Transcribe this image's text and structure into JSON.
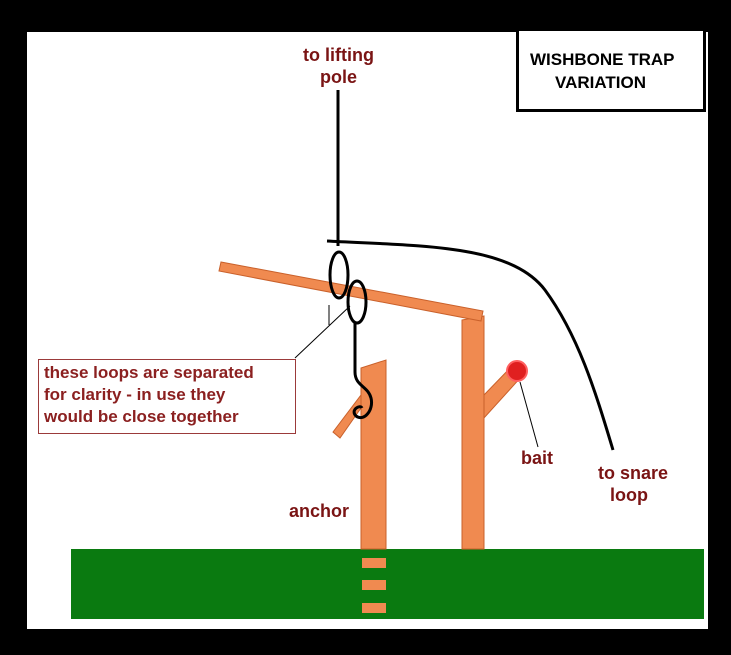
{
  "title": {
    "line1": "WISHBONE TRAP",
    "line2": "VARIATION"
  },
  "labels": {
    "lifting_pole_line1": "to lifting",
    "lifting_pole_line2": "pole",
    "bait": "bait",
    "snare_line1": "to snare",
    "snare_line2": "loop",
    "anchor": "anchor"
  },
  "note": {
    "line1": "these loops are separated",
    "line2": "for clarity - in use they",
    "line3": "would be close together"
  },
  "colors": {
    "background": "#000000",
    "canvas": "#ffffff",
    "wood": "#f08a50",
    "wood_edge": "#c9602a",
    "ground": "#0a7a10",
    "bait": "#e02020",
    "label_text": "#7a1414",
    "cord": "#000000"
  }
}
